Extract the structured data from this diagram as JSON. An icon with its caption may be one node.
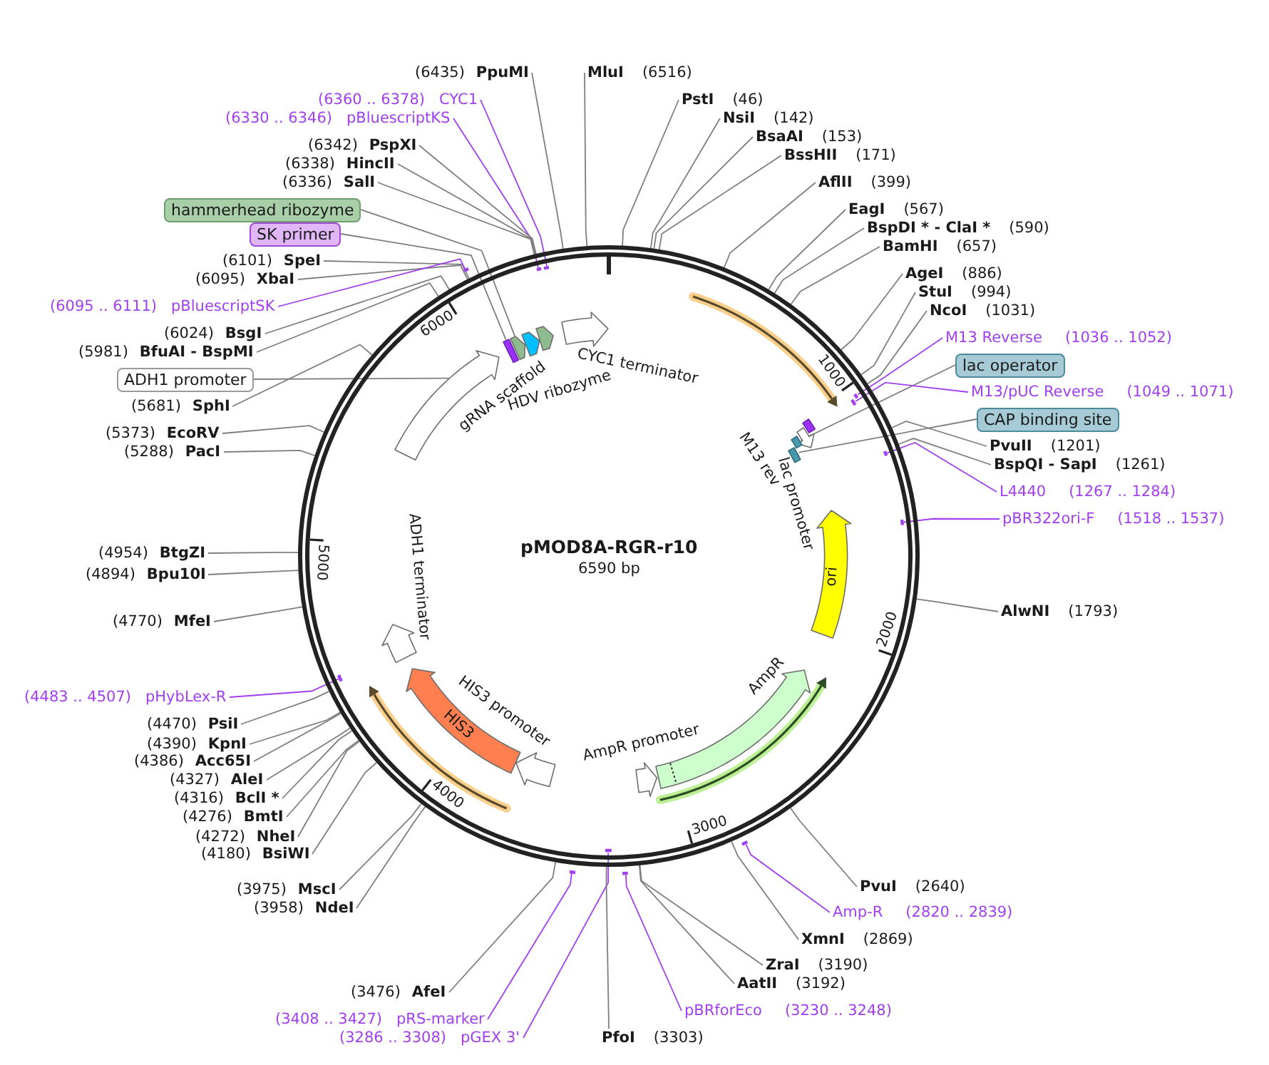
{
  "diagram": {
    "nodes": [
      {
        "text": [
          "pMOD8A-RGR-r10",
          "6590 bp"
        ]
      },
      {
        "text": [
          "CYC1 terminator"
        ],
        "in": 0
      },
      {
        "text": [
          "M13 rev"
        ],
        "in": 0
      },
      {
        "text": [
          "lac promoter"
        ],
        "in": 0
      },
      {
        "text": [],
        "shape": "bar",
        "in": 0
      },
      {
        "text": [],
        "shape": "bar",
        "in": 0
      },
      {
        "text": [
          "ori"
        ],
        "in": 0
      },
      {
        "text": [
          "AmpR"
        ],
        "in": 0
      },
      {
        "text": [
          "AmpR promoter"
        ],
        "in": 0
      },
      {
        "text": [
          "HIS3 promoter"
        ],
        "in": 0
      },
      {
        "text": [
          "HIS3"
        ],
        "in": 0
      },
      {
        "text": [
          "ADH1 terminator"
        ],
        "in": 0
      },
      {
        "text": [],
        "shape": "arrow",
        "in": 0
      },
      {
        "text": [],
        "shape": "bar",
        "in": 0
      },
      {
        "text": [],
        "shape": "arrow",
        "in": 0
      },
      {
        "text": [
          "gRNA scaffold"
        ],
        "in": 0
      },
      {
        "text": [
          "HDV ribozyme"
        ],
        "in": 0
      },
      {
        "text": [
          "(6435)",
          "PpuMI"
        ]
      },
      {
        "text": [
          "MluI",
          "(6516)"
        ]
      },
      {
        "text": [
          "(6360 .. 6378)",
          "CYC1"
        ]
      },
      {
        "text": [
          "PstI",
          "(46)"
        ]
      },
      {
        "text": [
          "(6330 .. 6346)",
          "pBluescriptKS"
        ]
      },
      {
        "text": [
          "NsiI",
          "(142)"
        ]
      },
      {
        "text": [
          "BsaAI",
          "(153)"
        ]
      },
      {
        "text": [
          "(6342)",
          "PspXI"
        ]
      },
      {
        "text": [
          "BssHII",
          "(171)"
        ]
      },
      {
        "text": [
          "(6338)",
          "HincII"
        ]
      },
      {
        "text": [
          "(6336)",
          "SalI"
        ]
      },
      {
        "text": [
          "AflII",
          "(399)"
        ]
      },
      {
        "text": [
          "hammerhead ribozyme"
        ]
      },
      {
        "text": [
          "EagI",
          "(567)"
        ]
      },
      {
        "text": [
          "BspDI * - ClaI *",
          "(590)"
        ]
      },
      {
        "text": [
          "SK primer"
        ]
      },
      {
        "text": [
          "BamHI",
          "(657)"
        ]
      },
      {
        "text": [
          "(6101)",
          "SpeI"
        ]
      },
      {
        "text": [
          "AgeI",
          "(886)"
        ]
      },
      {
        "text": [
          "(6095)",
          "XbaI"
        ]
      },
      {
        "text": [
          "StuI",
          "(994)"
        ]
      },
      {
        "text": [
          "(6095 .. 6111)",
          "pBluescriptSK"
        ]
      },
      {
        "text": [
          "NcoI",
          "(1031)"
        ]
      },
      {
        "text": [
          "(6024)",
          "BsgI"
        ]
      },
      {
        "text": [
          "M13 Reverse",
          "(1036 .. 1052)"
        ]
      },
      {
        "text": [
          "(5981)",
          "BfuAI - BspMI"
        ]
      },
      {
        "text": [
          "lac operator"
        ]
      },
      {
        "text": [
          "ADH1 promoter"
        ]
      },
      {
        "text": [
          "M13/pUC Reverse",
          "(1049 .. 1071)"
        ]
      },
      {
        "text": [
          "(5681)",
          "SphI"
        ]
      },
      {
        "text": [
          "CAP binding site"
        ]
      },
      {
        "text": [
          "(5373)",
          "EcoRV"
        ]
      },
      {
        "text": [
          "PvuII",
          "(1201)"
        ]
      },
      {
        "text": [
          "(5288)",
          "PacI"
        ]
      },
      {
        "text": [
          "BspQI - SapI",
          "(1261)"
        ]
      },
      {
        "text": [
          "L4440",
          "(1267 .. 1284)"
        ]
      },
      {
        "text": [
          "pBR322ori-F",
          "(1518 .. 1537)"
        ]
      },
      {
        "text": [
          "(4954)",
          "BtgZI"
        ]
      },
      {
        "text": [
          "(4894)",
          "Bpu10I"
        ]
      },
      {
        "text": [
          "AlwNI",
          "(1793)"
        ]
      },
      {
        "text": [
          "(4770)",
          "MfeI"
        ]
      },
      {
        "text": [
          "(4483 .. 4507)",
          "pHybLex-R"
        ]
      },
      {
        "text": [
          "(4470)",
          "PsiI"
        ]
      },
      {
        "text": [
          "(4390)",
          "KpnI"
        ]
      },
      {
        "text": [
          "(4386)",
          "Acc65I"
        ]
      },
      {
        "text": [
          "(4327)",
          "AleI"
        ]
      },
      {
        "text": [
          "(4316)",
          "BclI *"
        ]
      },
      {
        "text": [
          "(4276)",
          "BmtI"
        ]
      },
      {
        "text": [
          "(4272)",
          "NheI"
        ]
      },
      {
        "text": [
          "(4180)",
          "BsiWI"
        ]
      },
      {
        "text": [
          "PvuI",
          "(2640)"
        ]
      },
      {
        "text": [
          "(3975)",
          "MscI"
        ]
      },
      {
        "text": [
          "(3958)",
          "NdeI"
        ]
      },
      {
        "text": [
          "Amp-R",
          "(2820 .. 2839)"
        ]
      },
      {
        "text": [
          "XmnI",
          "(2869)"
        ]
      },
      {
        "text": [
          "ZraI",
          "(3190)"
        ]
      },
      {
        "text": [
          "AatII",
          "(3192)"
        ]
      },
      {
        "text": [
          "(3476)",
          "AfeI"
        ]
      },
      {
        "text": [
          "pBRforEco",
          "(3230 .. 3248)"
        ]
      },
      {
        "text": [
          "(3408 .. 3427)",
          "pRS-marker"
        ]
      },
      {
        "text": [
          "(3286 .. 3308)",
          "pGEX 3'"
        ]
      },
      {
        "text": [
          "PfoI",
          "(3303)"
        ]
      },
      {
        "text": [],
        "shape": "bar",
        "in": 0
      },
      {
        "text": [],
        "shape": "bar"
      },
      {
        "text": [],
        "shape": "bar",
        "in": 0
      },
      {
        "text": [],
        "shape": "bar",
        "in": 0
      },
      {
        "text": [],
        "shape": "bar"
      },
      {
        "text": [],
        "shape": "bar",
        "in": 0
      },
      {
        "text": [],
        "shape": "bar"
      },
      {
        "text": [],
        "shape": "bar"
      },
      {
        "text": [],
        "shape": "bar",
        "in": 0
      },
      {
        "text": [],
        "shape": "bar",
        "in": 0
      },
      {
        "text": [],
        "shape": "bar",
        "in": 0
      },
      {
        "text": [],
        "shape": "bar",
        "in": 0
      }
    ],
    "edges": [
      {
        "from": 17,
        "to": 0,
        "arrow": "none"
      },
      {
        "from": 18,
        "to": 0,
        "arrow": "none"
      },
      {
        "from": 19,
        "to": 82,
        "arrow": "none",
        "color": "#a040f0"
      },
      {
        "from": 20,
        "to": 0,
        "arrow": "none"
      },
      {
        "from": 21,
        "to": 81,
        "arrow": "none",
        "color": "#a040f0"
      },
      {
        "from": 22,
        "to": 0,
        "arrow": "none"
      },
      {
        "from": 23,
        "to": 0,
        "arrow": "none"
      },
      {
        "from": 24,
        "to": 0,
        "arrow": "none"
      },
      {
        "from": 25,
        "to": 0,
        "arrow": "none"
      },
      {
        "from": 26,
        "to": 0,
        "arrow": "none"
      },
      {
        "from": 27,
        "to": 0,
        "arrow": "none"
      },
      {
        "from": 28,
        "to": 0,
        "arrow": "none"
      },
      {
        "from": 29,
        "to": 14,
        "arrow": "none"
      },
      {
        "from": 30,
        "to": 0,
        "arrow": "none"
      },
      {
        "from": 31,
        "to": 0,
        "arrow": "none"
      },
      {
        "from": 32,
        "to": 13,
        "arrow": "none"
      },
      {
        "from": 33,
        "to": 0,
        "arrow": "none"
      },
      {
        "from": 34,
        "to": 0,
        "arrow": "none"
      },
      {
        "from": 35,
        "to": 0,
        "arrow": "none"
      },
      {
        "from": 36,
        "to": 0,
        "arrow": "none"
      },
      {
        "from": 37,
        "to": 0,
        "arrow": "none"
      },
      {
        "from": 38,
        "to": 80,
        "arrow": "none",
        "color": "#a040f0"
      },
      {
        "from": 39,
        "to": 0,
        "arrow": "none"
      },
      {
        "from": 40,
        "to": 0,
        "arrow": "none"
      },
      {
        "from": 41,
        "to": 87,
        "arrow": "none",
        "color": "#a040f0"
      },
      {
        "from": 42,
        "to": 0,
        "arrow": "none"
      },
      {
        "from": 43,
        "to": 4,
        "arrow": "none"
      },
      {
        "from": 44,
        "to": 12,
        "arrow": "none"
      },
      {
        "from": 45,
        "to": 88,
        "arrow": "none",
        "color": "#a040f0"
      },
      {
        "from": 46,
        "to": 0,
        "arrow": "none"
      },
      {
        "from": 47,
        "to": 5,
        "arrow": "none"
      },
      {
        "from": 48,
        "to": 0,
        "arrow": "none"
      },
      {
        "from": 49,
        "to": 0,
        "arrow": "none"
      },
      {
        "from": 50,
        "to": 0,
        "arrow": "none"
      },
      {
        "from": 51,
        "to": 0,
        "arrow": "none"
      },
      {
        "from": 52,
        "to": 89,
        "arrow": "none",
        "color": "#a040f0"
      },
      {
        "from": 53,
        "to": 90,
        "arrow": "none",
        "color": "#a040f0"
      },
      {
        "from": 54,
        "to": 0,
        "arrow": "none"
      },
      {
        "from": 55,
        "to": 0,
        "arrow": "none"
      },
      {
        "from": 56,
        "to": 0,
        "arrow": "none"
      },
      {
        "from": 57,
        "to": 0,
        "arrow": "none"
      },
      {
        "from": 58,
        "to": 79,
        "arrow": "none",
        "color": "#a040f0"
      },
      {
        "from": 59,
        "to": 0,
        "arrow": "none"
      },
      {
        "from": 60,
        "to": 0,
        "arrow": "none"
      },
      {
        "from": 61,
        "to": 0,
        "arrow": "none"
      },
      {
        "from": 62,
        "to": 0,
        "arrow": "none"
      },
      {
        "from": 63,
        "to": 0,
        "arrow": "none"
      },
      {
        "from": 64,
        "to": 0,
        "arrow": "none"
      },
      {
        "from": 65,
        "to": 0,
        "arrow": "none"
      },
      {
        "from": 66,
        "to": 0,
        "arrow": "none"
      },
      {
        "from": 67,
        "to": 0,
        "arrow": "none"
      },
      {
        "from": 68,
        "to": 0,
        "arrow": "none"
      },
      {
        "from": 69,
        "to": 0,
        "arrow": "none"
      },
      {
        "from": 70,
        "to": 86,
        "arrow": "none",
        "color": "#a040f0"
      },
      {
        "from": 71,
        "to": 0,
        "arrow": "none"
      },
      {
        "from": 72,
        "to": 0,
        "arrow": "none"
      },
      {
        "from": 73,
        "to": 0,
        "arrow": "none"
      },
      {
        "from": 74,
        "to": 0,
        "arrow": "none"
      },
      {
        "from": 75,
        "to": 85,
        "arrow": "none",
        "color": "#a040f0"
      },
      {
        "from": 76,
        "to": 83,
        "arrow": "none",
        "color": "#a040f0"
      },
      {
        "from": 77,
        "to": 84,
        "arrow": "none",
        "color": "#a040f0"
      },
      {
        "from": 78,
        "to": 0,
        "arrow": "none"
      }
    ],
    "labels": [
      "1000",
      "2000",
      "3000",
      "4000",
      "5000",
      "6000"
    ]
  }
}
